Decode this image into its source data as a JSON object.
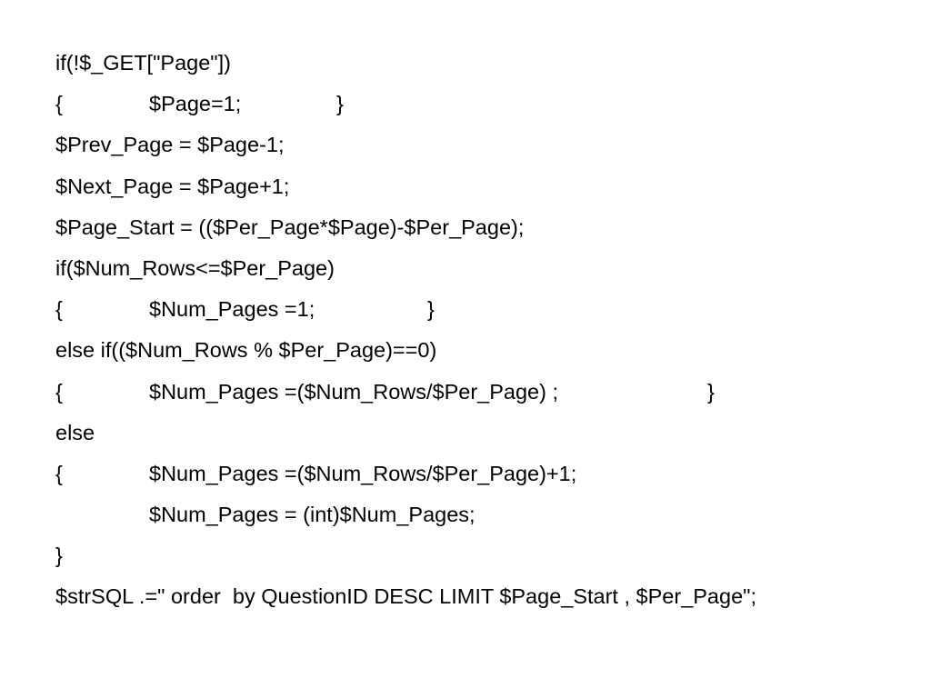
{
  "lines": [
    {
      "parts": [
        {
          "col": 0,
          "text": "if(!$_GET[\"Page\"])"
        }
      ]
    },
    {
      "parts": [
        {
          "col": 0,
          "text": "{"
        },
        {
          "col": 1,
          "text": "$Page=1;"
        },
        {
          "col": 2,
          "text": "}"
        }
      ]
    },
    {
      "parts": [
        {
          "col": 0,
          "text": "$Prev_Page = $Page-1;"
        }
      ]
    },
    {
      "parts": [
        {
          "col": 0,
          "text": "$Next_Page = $Page+1;"
        }
      ]
    },
    {
      "parts": [
        {
          "col": 0,
          "text": "$Page_Start = (($Per_Page*$Page)-$Per_Page);"
        }
      ]
    },
    {
      "parts": [
        {
          "col": 0,
          "text": "if($Num_Rows<=$Per_Page)"
        }
      ]
    },
    {
      "parts": [
        {
          "col": 0,
          "text": "{"
        },
        {
          "col": 1,
          "text": "$Num_Pages =1;"
        },
        {
          "col": 2,
          "text": "}"
        }
      ]
    },
    {
      "parts": [
        {
          "col": 0,
          "text": "else if(($Num_Rows % $Per_Page)==0)"
        }
      ]
    },
    {
      "parts": [
        {
          "col": 0,
          "text": "{"
        },
        {
          "col": 1,
          "text": "$Num_Pages =($Num_Rows/$Per_Page) ;"
        },
        {
          "col": 2,
          "text": "}"
        }
      ]
    },
    {
      "parts": [
        {
          "col": 0,
          "text": "else"
        }
      ]
    },
    {
      "parts": [
        {
          "col": 0,
          "text": "{"
        },
        {
          "col": 1,
          "text": "$Num_Pages =($Num_Rows/$Per_Page)+1;"
        }
      ]
    },
    {
      "parts": [
        {
          "col": 1,
          "text": "$Num_Pages = (int)$Num_Pages;"
        }
      ]
    },
    {
      "parts": [
        {
          "col": 0,
          "text": "}"
        }
      ]
    },
    {
      "parts": [
        {
          "col": 0,
          "text": "$strSQL .=\" order  by QuestionID DESC LIMIT $Page_Start , $Per_Page\";"
        }
      ]
    }
  ]
}
